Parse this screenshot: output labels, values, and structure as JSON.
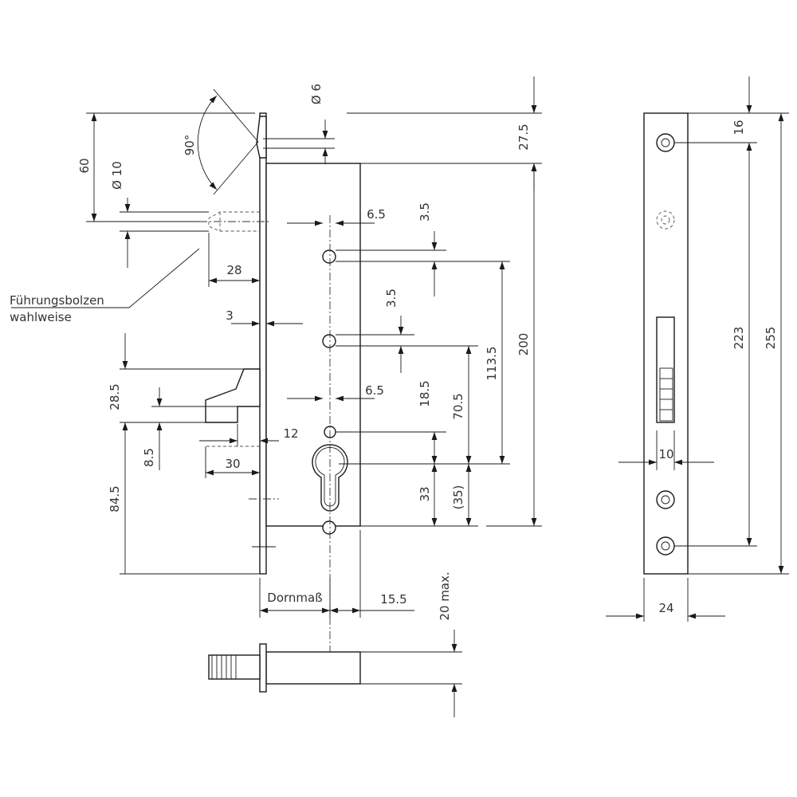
{
  "labels": {
    "angle": "90°",
    "bolt_diameter": "Ø 10",
    "hole_diameter": "Ø 6",
    "guide_bolt_line1": "Führungsbolzen",
    "guide_bolt_line2": "wahlweise",
    "backset": "Dornmaß"
  },
  "dimensions": {
    "d60": "60",
    "d27_5": "27.5",
    "d6_5_top": "6.5",
    "d3_5_top": "3.5",
    "d28": "28",
    "d3": "3",
    "d3_5_mid": "3.5",
    "d200": "200",
    "d113_5": "113.5",
    "d6_5_mid": "6.5",
    "d18_5": "18.5",
    "d70_5": "70.5",
    "d28_5": "28.5",
    "d12": "12",
    "d8_5": "8.5",
    "d30": "30",
    "d33": "33",
    "d35": "(35)",
    "d84_5": "84.5",
    "d15_5": "15.5",
    "d20max": "20 max.",
    "d16": "16",
    "d223": "223",
    "d255": "255",
    "d10": "10",
    "d24": "24"
  }
}
